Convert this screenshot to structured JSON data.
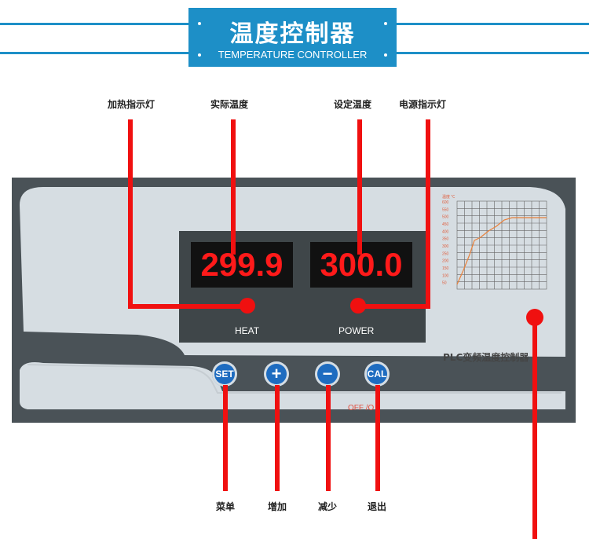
{
  "header": {
    "title": "温度控制器",
    "subtitle": "TEMPERATURE CONTROLLER"
  },
  "callouts": {
    "heat_indicator": "加热指示灯",
    "actual_temp": "实际温度",
    "set_temp": "设定温度",
    "power_indicator": "电源指示灯",
    "menu": "菜单",
    "increase": "增加",
    "decrease": "减少",
    "exit": "退出"
  },
  "display": {
    "actual_value": "299.9",
    "set_value": "300.0",
    "heat_label": "HEAT",
    "power_label": "POWER"
  },
  "buttons": {
    "set": "SET",
    "plus": "+",
    "minus": "−",
    "cal": "CAL"
  },
  "panel": {
    "brand_label": "PLC变频温度控制器",
    "switch_label": "OFF /O"
  },
  "mini_chart": {
    "unit_label": "温度 ℃",
    "y_ticks": [
      "600",
      "550",
      "500",
      "450",
      "400",
      "350",
      "300",
      "250",
      "200",
      "150",
      "100",
      "50"
    ]
  },
  "colors": {
    "header_blue": "#1d8fc7",
    "callout_red": "#f01010",
    "led_red": "#ff1a1a",
    "button_blue": "#1e6cc0",
    "panel_dark": "#4a5257",
    "panel_light": "#d6dde2"
  }
}
